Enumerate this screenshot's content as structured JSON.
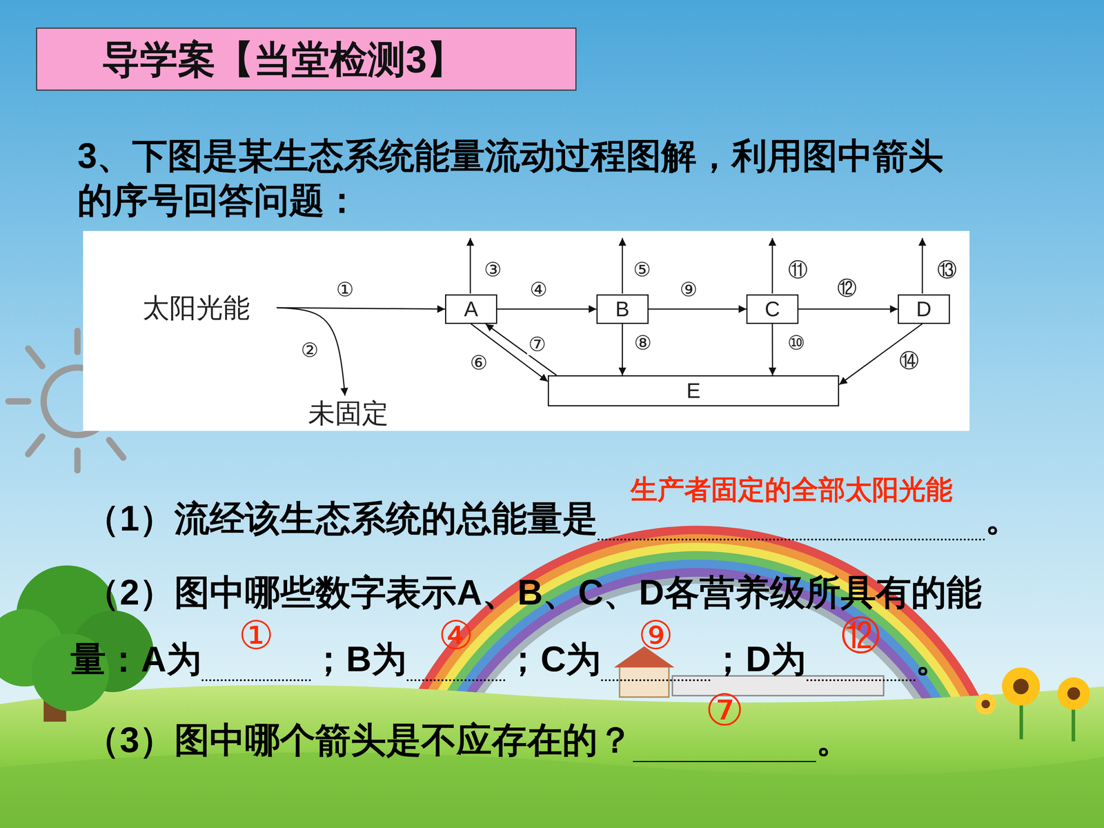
{
  "diagram": {
    "title": "导学案【当堂检测3】",
    "nodes": [
      {
        "text": [
          "太阳光能"
        ]
      },
      {
        "text": [
          "A"
        ]
      },
      {
        "text": [
          "B"
        ]
      },
      {
        "text": [
          "C"
        ]
      },
      {
        "text": [
          "D"
        ]
      },
      {
        "text": [
          "未固定"
        ]
      },
      {
        "text": [
          "E"
        ]
      }
    ],
    "edges": [
      {
        "from": 0,
        "to": 1,
        "label": "①",
        "arrow": "to"
      },
      {
        "from": 0,
        "to": 5,
        "label": "②",
        "arrow": "to"
      },
      {
        "from": 1,
        "to": 2,
        "label": "④",
        "arrow": "to"
      },
      {
        "from": 2,
        "to": 3,
        "label": "⑨",
        "arrow": "to"
      },
      {
        "from": 3,
        "to": 4,
        "label": "⑫",
        "arrow": "to"
      },
      {
        "from": 1,
        "to": 6,
        "label": "⑥",
        "arrow": "to"
      },
      {
        "from": 6,
        "to": 1,
        "label": "⑦",
        "arrow": "to"
      },
      {
        "from": 2,
        "to": 6,
        "label": "⑧",
        "arrow": "to"
      },
      {
        "from": 3,
        "to": 6,
        "label": "⑩",
        "arrow": "to"
      },
      {
        "from": 4,
        "to": 6,
        "label": "⑭",
        "arrow": "to"
      }
    ],
    "labels": [
      "3、下图是某生态系统能量流动过程图解，利用图中箭头的序号回答问题：",
      "③",
      "⑤",
      "⑪",
      "⑬",
      "（1）流经该生态系统的总能量是",
      "生产者固定的全部太阳光能",
      "。",
      "（2）图中哪些数字表示A、B、C、D各营养级所具有的能",
      "量：A为",
      "①",
      "；B为",
      "④",
      "；C为",
      "⑨",
      "；D为",
      "⑫",
      "。",
      "（3）图中哪个箭头是不应存在的？",
      "⑦",
      "。"
    ]
  }
}
